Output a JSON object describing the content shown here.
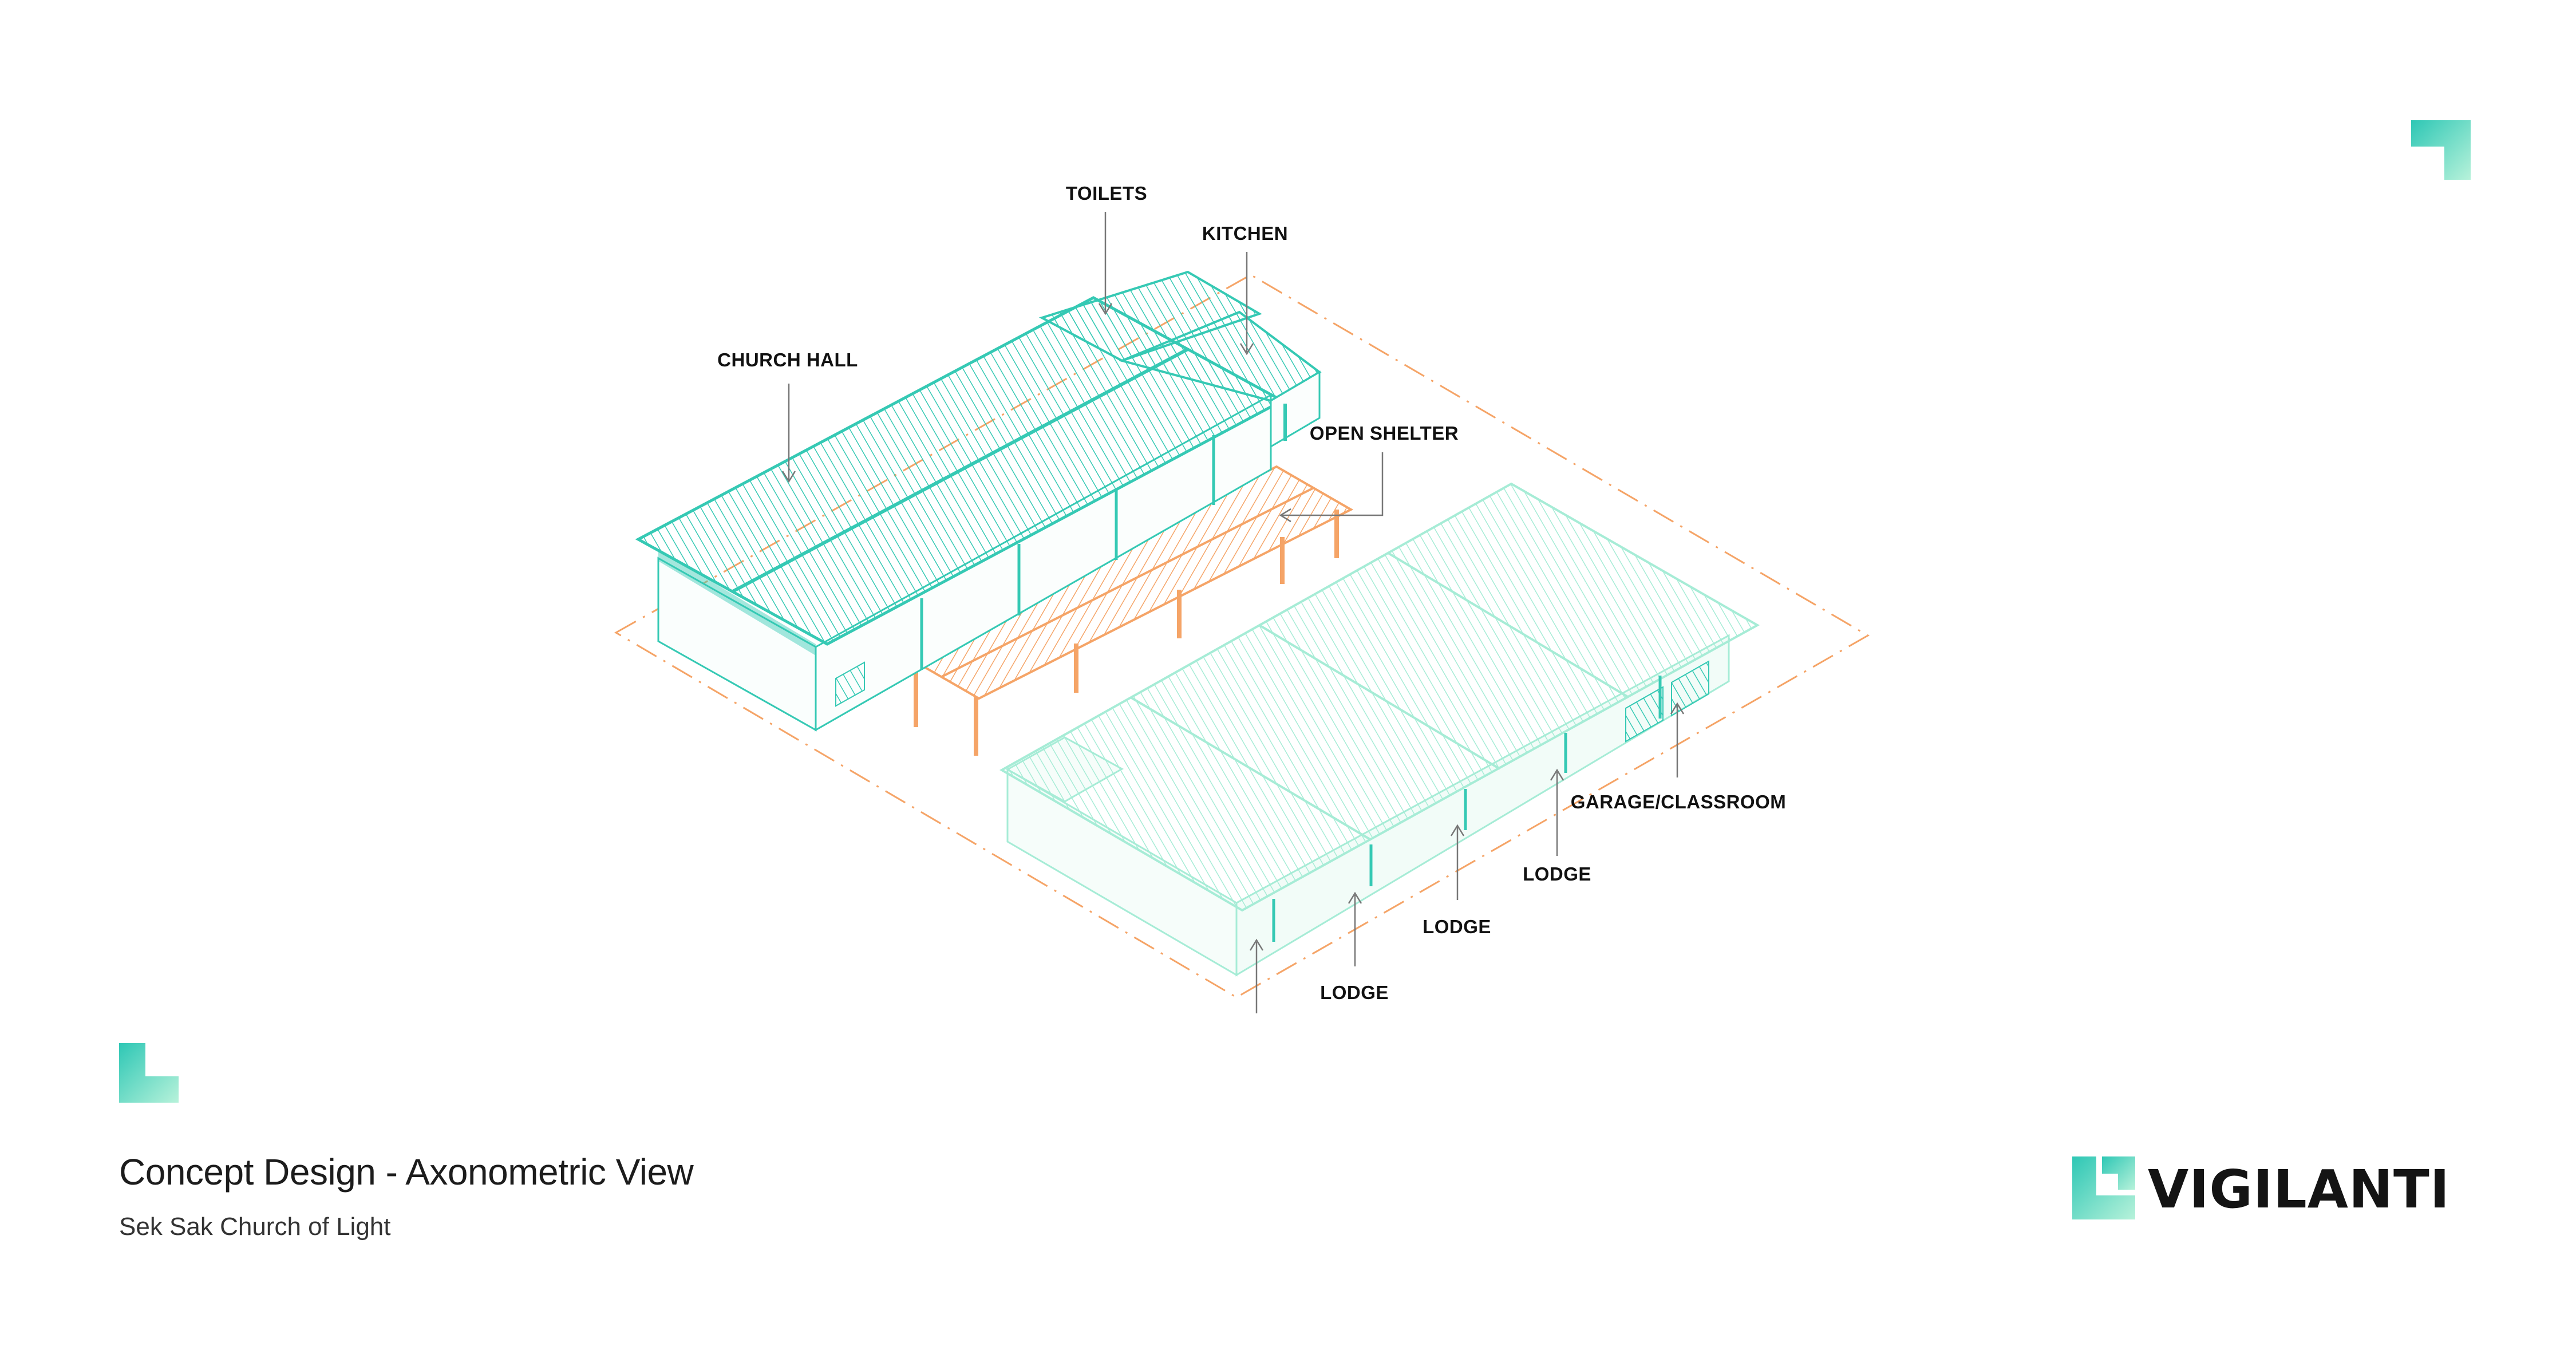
{
  "labels": {
    "toilets": "TOILETS",
    "kitchen": "KITCHEN",
    "church_hall": "CHURCH HALL",
    "open_shelter": "OPEN SHELTER",
    "garage_classroom": "GARAGE/CLASSROOM",
    "lodge_1": "LODGE",
    "lodge_2": "LODGE",
    "lodge_3": "LODGE"
  },
  "footer": {
    "title": "Concept Design - Axonometric View",
    "subtitle": "Sek Sak Church of Light"
  },
  "brand": {
    "name": "VIGILANTI"
  },
  "colors": {
    "teal": "#35C9B4",
    "mint": "#A6ECD6",
    "orange": "#F5A467",
    "text": "#111111"
  }
}
